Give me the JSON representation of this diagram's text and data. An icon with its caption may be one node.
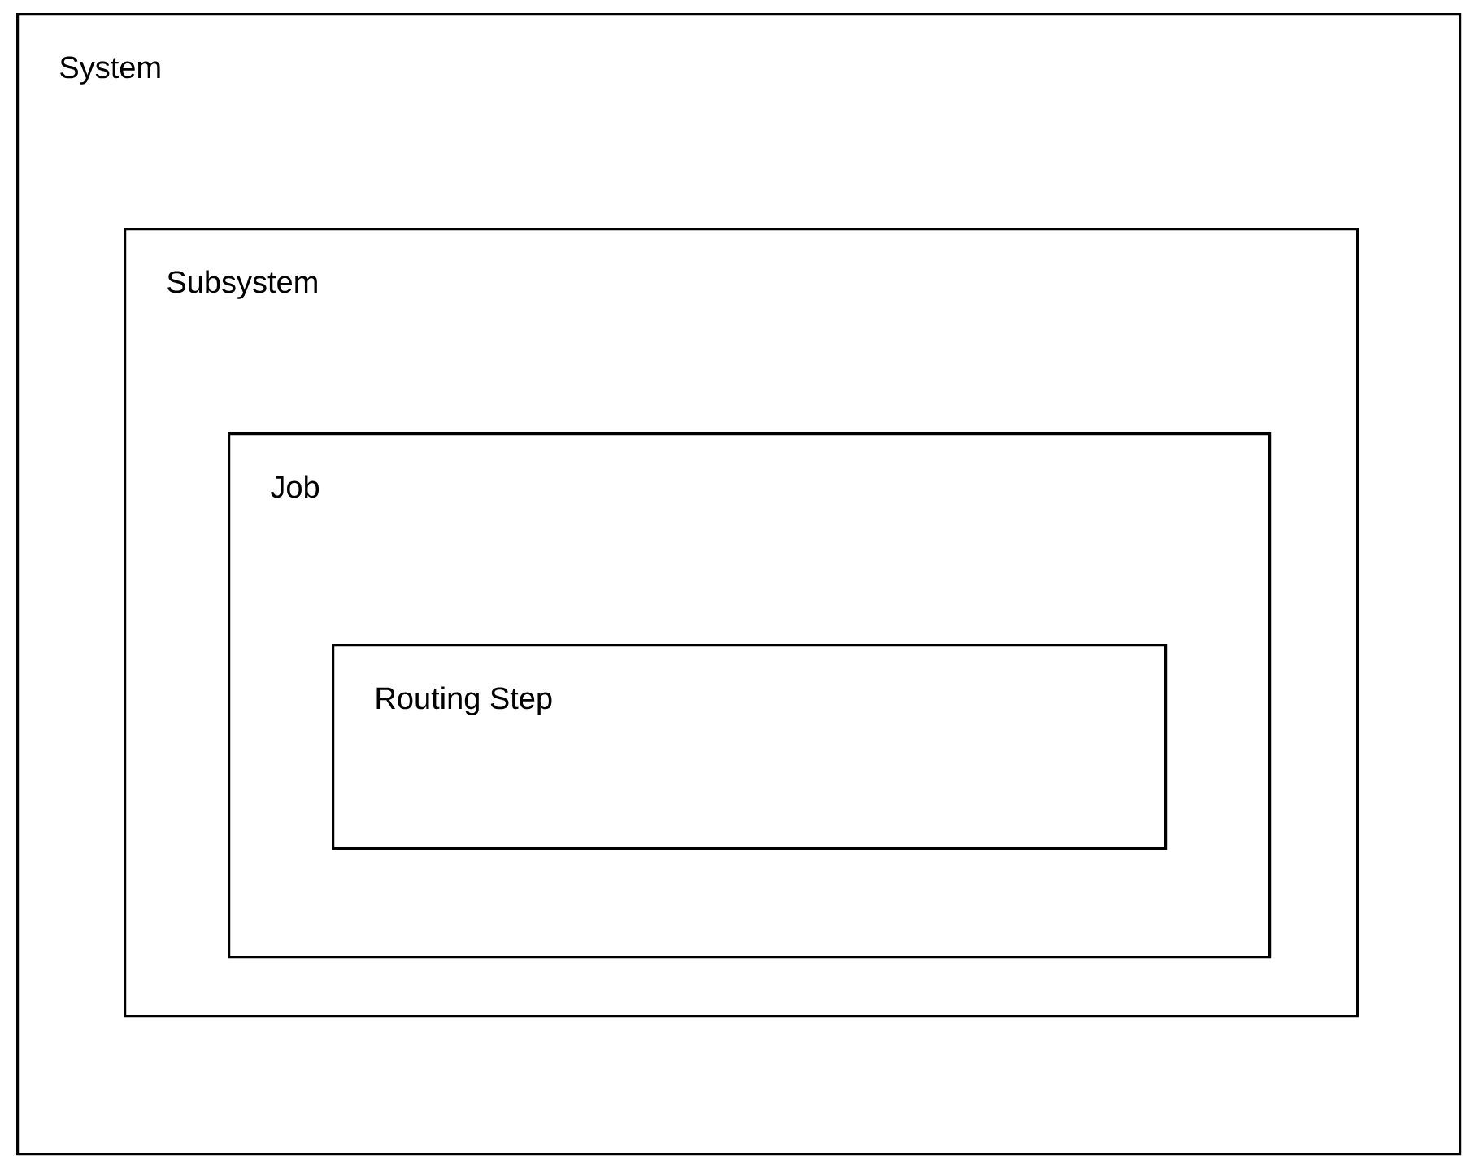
{
  "diagram": {
    "nodes": [
      {
        "text": [
          "System"
        ]
      },
      {
        "text": [
          "Subsystem"
        ],
        "in": 0
      },
      {
        "text": [
          "Job"
        ],
        "in": 1
      },
      {
        "text": [
          "Routing Step"
        ],
        "in": 2
      }
    ]
  }
}
